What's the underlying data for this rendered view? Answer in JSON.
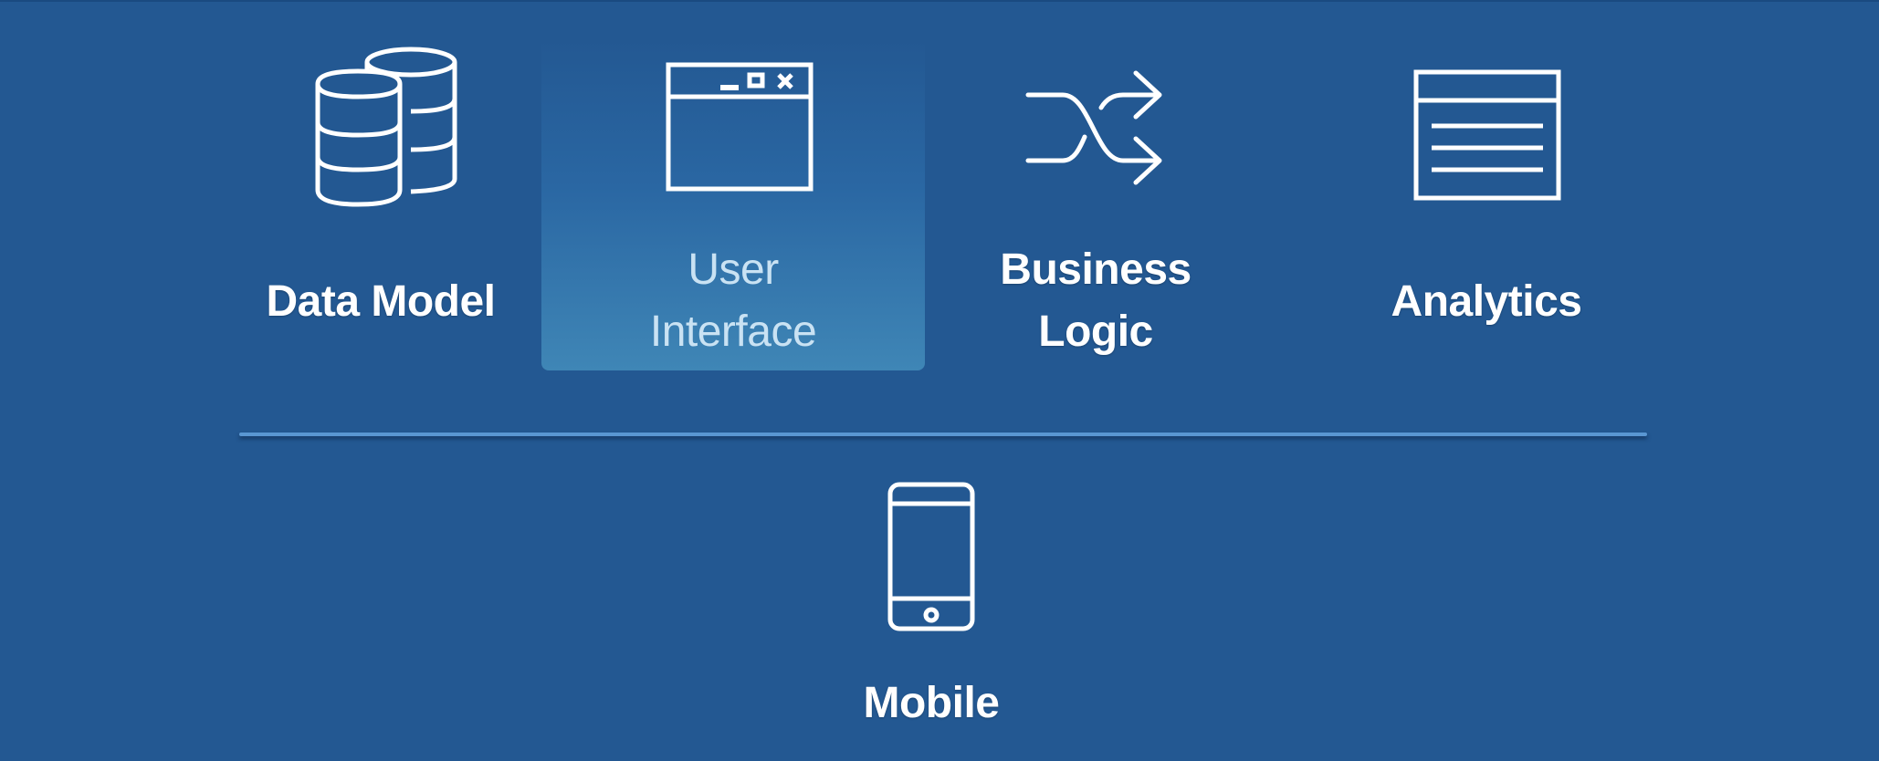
{
  "colors": {
    "background": "#235892",
    "icon_stroke": "#ffffff",
    "selected_label": "#c9e2f3",
    "divider": "#5a97d2"
  },
  "tiles": [
    {
      "label": "Data Model",
      "icon": "database-icon",
      "selected": false
    },
    {
      "label": "User\nInterface",
      "icon": "window-icon",
      "selected": true
    },
    {
      "label": "Business\nLogic",
      "icon": "shuffle-icon",
      "selected": false
    },
    {
      "label": "Analytics",
      "icon": "document-lines-icon",
      "selected": false
    }
  ],
  "mobile": {
    "label": "Mobile",
    "icon": "smartphone-icon"
  }
}
